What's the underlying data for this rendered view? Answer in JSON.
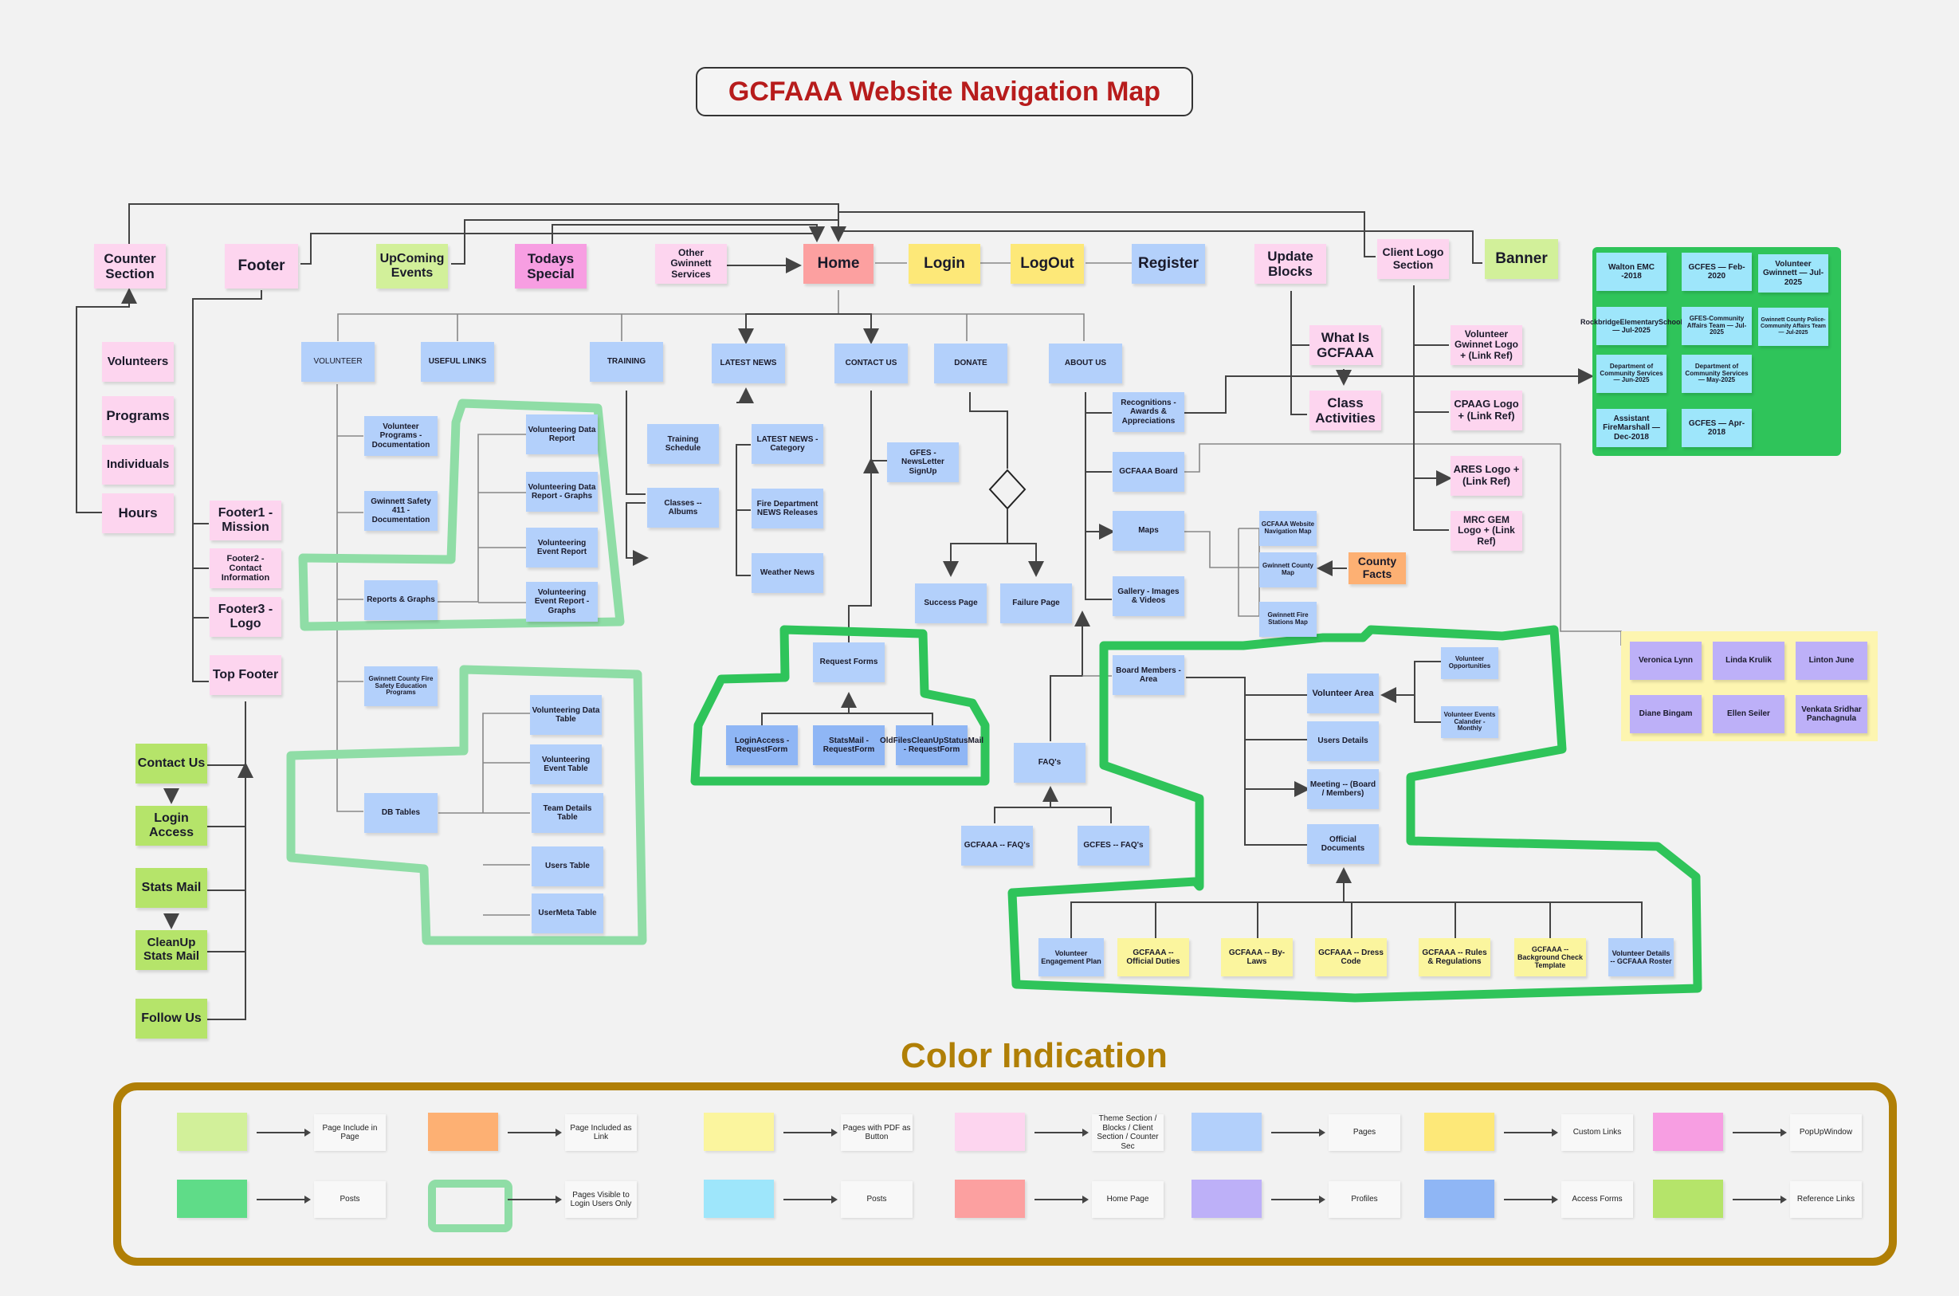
{
  "title": "GCFAAA Website Navigation Map",
  "colors": {
    "theme_section": "#fdd5ef",
    "popup_window": "#f79ee2",
    "page_include": "#d2f09a",
    "reference_links": "#b5e46a",
    "home_page": "#fca0a0",
    "custom_links": "#fde878",
    "pdf_button": "#fbf59e",
    "pages": "#b3d0fb",
    "access_forms": "#8fb6f5",
    "posts_cyan": "#9ee6fb",
    "posts_green": "#2fc45a",
    "profiles": "#bdb0f8",
    "link_include": "#fdb073",
    "login_only_outline": "#8fdda6",
    "login_only_outline_dark": "#2fc45a",
    "title_red": "#b71c1c",
    "legend_gold": "#b07f06"
  },
  "top_row": {
    "counter_section": "Counter Section",
    "footer": "Footer",
    "upcoming_events": "UpComing Events",
    "todays_special": "Todays Special",
    "other_services": "Other Gwinnett Services",
    "home": "Home",
    "login": "Login",
    "logout": "LogOut",
    "register": "Register",
    "update_blocks": "Update Blocks",
    "client_logo": "Client Logo Section",
    "banner": "Banner"
  },
  "counter_items": [
    "Volunteers",
    "Programs",
    "Individuals",
    "Hours"
  ],
  "footer_items": [
    "Footer1 - Mission",
    "Footer2 - Contact Information",
    "Footer3 - Logo",
    "Top Footer"
  ],
  "reference_links": [
    "Contact Us",
    "Login Access",
    "Stats Mail",
    "CleanUp Stats Mail",
    "Follow Us"
  ],
  "menu": [
    "VOLUNTEER",
    "USEFUL LINKS",
    "TRAINING",
    "LATEST NEWS",
    "CONTACT US",
    "DONATE",
    "ABOUT US"
  ],
  "volunteer": {
    "children": [
      "Volunteer Programs - Documentation",
      "Gwinnett Safety 411 - Documentation",
      "Reports & Graphs",
      "Gwinnett County Fire Safety Education Programs",
      "DB Tables"
    ],
    "reports": [
      "Volunteering Data Report",
      "Volunteering Data Report - Graphs",
      "Volunteering Event Report",
      "Volunteering Event Report - Graphs"
    ],
    "tables": [
      "Volunteering Data Table",
      "Volunteering Event Table",
      "Team Details Table",
      "Users Table",
      "UserMeta Table"
    ]
  },
  "training": [
    "Training Schedule",
    "Classes -- Albums"
  ],
  "news": [
    "LATEST NEWS - Category",
    "Fire Department NEWS Releases",
    "Weather News"
  ],
  "contact": {
    "newsletter": "GFES - NewsLetter SignUp",
    "request_forms": "Request Forms",
    "forms": [
      "LoginAccess - RequestForm",
      "StatsMail - RequestForm",
      "OldFilesCleanUpStatusMail - RequestForm"
    ]
  },
  "donate": {
    "success": "Success Page",
    "failure": "Failure Page"
  },
  "about": {
    "children": [
      "Recognitions - Awards & Appreciations",
      "GCFAAA Board",
      "Maps",
      "Gallery - Images & Videos",
      "Board Members - Area"
    ],
    "maps": [
      "GCFAAA Website Navigation Map",
      "Gwinnett County Map",
      "Gwinnett Fire Stations Map"
    ],
    "county_facts": "County Facts",
    "faqs": "FAQ's",
    "faq_items": [
      "GCFAAA -- FAQ's",
      "GCFES -- FAQ's"
    ],
    "member_area": [
      "Volunteer Area",
      "Users Details",
      "Meeting -- (Board / Members)",
      "Official Documents"
    ],
    "volunteer_area": [
      "Volunteer Opportunities",
      "Volunteer Events Calander - Monthly"
    ],
    "documents": [
      "Volunteer Engagement Plan",
      "GCFAAA -- Official Duties",
      "GCFAAA -- By-Laws",
      "GCFAAA -- Dress Code",
      "GCFAAA -- Rules & Regulations",
      "GCFAAA -- Background Check Template",
      "Volunteer Details -- GCFAAA Roster"
    ]
  },
  "update_blocks": [
    "What Is GCFAAA",
    "Class Activities"
  ],
  "client_logos": [
    "Volunteer Gwinnet Logo + (Link Ref)",
    "CPAAG Logo + (Link Ref)",
    "ARES Logo + (Link Ref)",
    "MRC GEM Logo + (Link Ref)"
  ],
  "recognitions": [
    "Walton EMC -2018",
    "GCFES — Feb-2020",
    "Volunteer Gwinnett — Jul-2025",
    "RockbridgeElementarySchool — Jul-2025",
    "GFES-Community Affairs Team — Jul-2025",
    "Gwinnett County Police-Community Affairs Team — Jul-2025",
    "Department of Community Services — Jun-2025",
    "Department of Community Services — May-2025",
    "Assistant FireMarshall — Dec-2018",
    "GCFES — Apr-2018"
  ],
  "board_profiles": [
    "Veronica Lynn",
    "Linda Krulik",
    "Linton June",
    "Diane Bingam",
    "Ellen Seiler",
    "Venkata Sridhar Panchagnula"
  ],
  "legend": {
    "title": "Color Indication",
    "items": [
      {
        "color": "#d2f09a",
        "label": "Page Include in Page"
      },
      {
        "color": "#fdb073",
        "label": "Page Included as Link"
      },
      {
        "color": "#fbf59e",
        "label": "Pages with PDF as Button"
      },
      {
        "color": "#fdd5ef",
        "label": "Theme Section / Blocks / Client Section / Counter Sec"
      },
      {
        "color": "#b3d0fb",
        "label": "Pages"
      },
      {
        "color": "#fde878",
        "label": "Custom Links"
      },
      {
        "color": "#f79ee2",
        "label": "PopUpWindow"
      },
      {
        "color": "#5fdc88",
        "label": "Posts"
      },
      {
        "color": "outline",
        "label": "Pages Visible to Login Users Only"
      },
      {
        "color": "#9ee6fb",
        "label": "Posts"
      },
      {
        "color": "#fca0a0",
        "label": "Home Page"
      },
      {
        "color": "#bdb0f8",
        "label": "Profiles"
      },
      {
        "color": "#8fb6f5",
        "label": "Access Forms"
      },
      {
        "color": "#b5e46a",
        "label": "Reference Links"
      }
    ]
  }
}
